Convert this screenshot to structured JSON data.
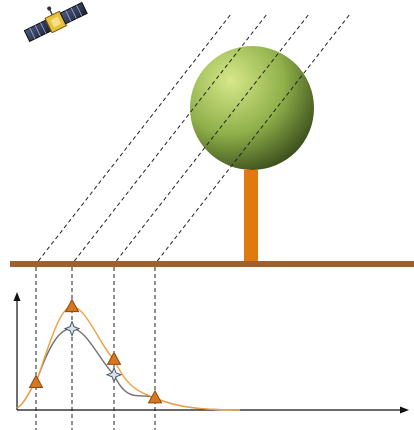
{
  "scene": {
    "illustration": "lidar-waveform-over-tree",
    "colors": {
      "ground": "#a0602e",
      "trunk": "#e07a10",
      "canopy_light": "#d7e88a",
      "canopy_mid": "#8fb04a",
      "canopy_dark": "#3a4d1c",
      "beam_line": "#222222",
      "axis": "#111111",
      "curve_orange": "#f0a040",
      "curve_gray": "#707070",
      "triangle_fill": "#d8761e",
      "triangle_stroke": "#8a4a12",
      "star_fill": "#d8e0ea",
      "star_stroke": "#4a5868",
      "satellite_panel": "#2c3550",
      "satellite_body": "#e8c13a"
    },
    "icons": {
      "satellite": "satellite-icon",
      "tree": "tree-icon",
      "triangle_marker": "triangle-marker-icon",
      "star_marker": "star-marker-icon"
    }
  },
  "chart_data": {
    "type": "line",
    "title": "",
    "xlabel": "",
    "ylabel": "",
    "x_markers": [
      36,
      72,
      114,
      155
    ],
    "series": [
      {
        "color": "#f0a040",
        "marker": "triangle",
        "points": [
          [
            36,
            0.25
          ],
          [
            72,
            0.94
          ],
          [
            114,
            0.46
          ],
          [
            155,
            0.11
          ]
        ]
      },
      {
        "color": "#707070",
        "marker": "star",
        "points": [
          [
            36,
            0.25
          ],
          [
            72,
            0.74
          ],
          [
            114,
            0.32
          ],
          [
            155,
            0.11
          ]
        ]
      }
    ]
  }
}
